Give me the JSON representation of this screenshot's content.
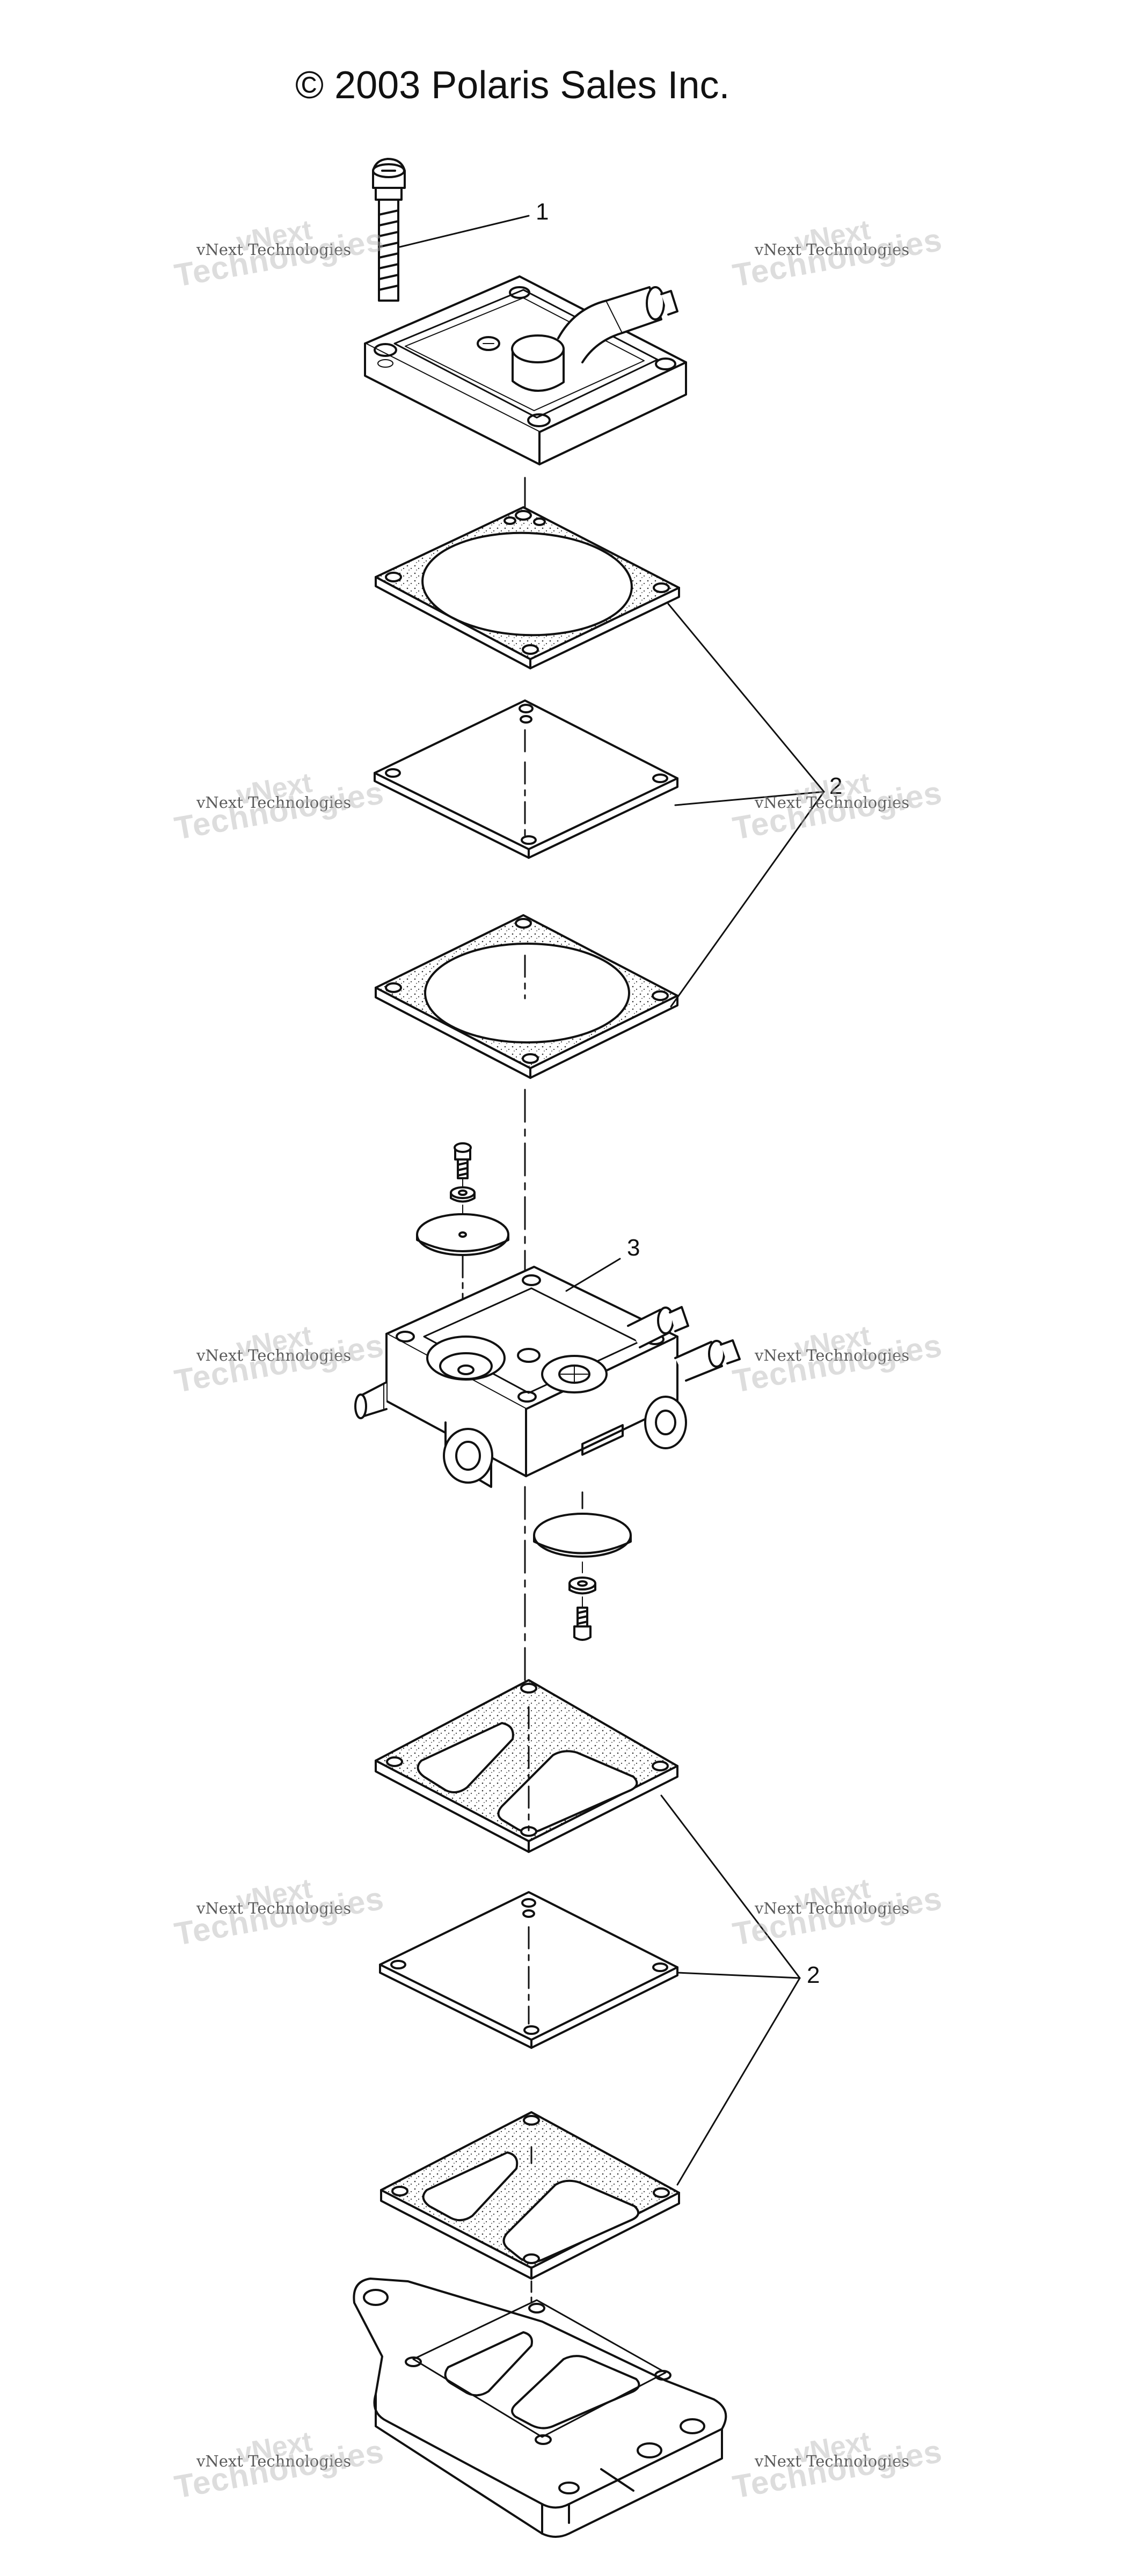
{
  "header": {
    "copyright_symbol": "©",
    "copyright_text": "2003 Polaris Sales Inc."
  },
  "callouts": {
    "one": "1",
    "two_upper": "2",
    "three": "3",
    "two_lower": "2"
  },
  "watermark": {
    "line_small": "vNext Technologies",
    "line_big": "Technologies",
    "line_next": "vNext"
  },
  "colors": {
    "ink": "#111111",
    "watermark": "#b4b4b4"
  }
}
